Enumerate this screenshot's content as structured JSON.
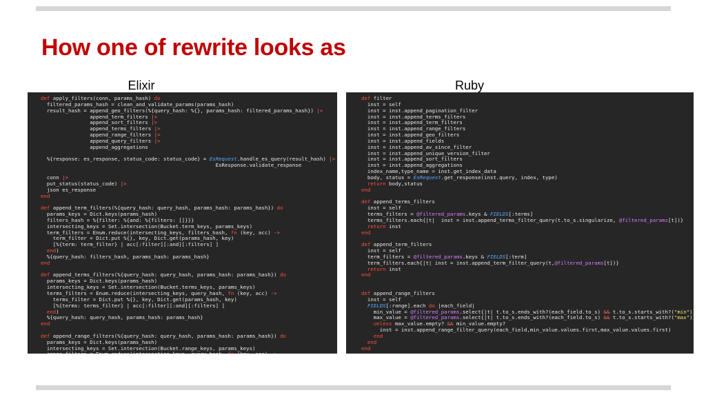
{
  "slide": {
    "title": "How one of rewrite looks as",
    "left_label": "Elixir",
    "right_label": "Ruby"
  },
  "colors": {
    "title": "#c00000",
    "panel_background": "#262626",
    "keyword": "#ff4d3a",
    "atom": "#d77dff"
  },
  "elixir_code": [
    "def apply_filters(conn, params_hash) do",
    "  filtered_params_hash = clean_and_validate_params(params_hash)",
    "  result_hash = append_geo_filters(%{query_hash: %{}, params_hash: filtered_params_hash}) |>",
    "                append_term_filters |>",
    "                append_sort_filters |>",
    "                append_terms_filters |>",
    "                append_range_filters |>",
    "                append_query_filters |>",
    "                append_aggregations",
    "",
    "  %{response: es_response, status_code: status_code} = EsRequest.handle_es_query(result_hash) |>",
    "                                                         EsResponse.validate_response",
    "",
    "  conn |>",
    "  put_status(status_code) |>",
    "  json es_response",
    "end",
    "",
    "def append_term_filters(%{query_hash: query_hash, params_hash: params_hash}) do",
    "  params_keys = Dict.keys(params_hash)",
    "  filters_hash = %{filter: %{and: %{filters: []}}}",
    "  intersecting_keys = Set.intersection(Bucket.term_keys, params_keys)",
    "  term_filters = Enum.reduce(intersecting_keys, filters_hash, fn (key, acc) ->",
    "    term_filter = Dict.put %{}, key, Dict.get(params_hash, key)",
    "    [%{term: term_filter} | acc[:filter][:and][:filters] ]",
    "  end)",
    "  %{query_hash: filters_hash, params_hash: params_hash}",
    "end",
    "",
    "def append_terms_filters(%{query_hash: query_hash, params_hash: params_hash}) do",
    "  params_keys = Dict.keys(params_hash)",
    "  intersecting_keys = Set.intersection(Bucket.terms_keys, params_keys)",
    "  terms_filters = Enum.reduce(intersecting_keys, query_hash, fn (key, acc) ->",
    "    terms_filter = Dict.put %{}, key, Dict.get(params_hash, key)",
    "    [%{terms: terms_filter} | acc[:filter][:and][:filters] ]",
    "  end)",
    "  %{query_hash: query_hash, params_hash: params_hash}",
    "end",
    "",
    "def append_range_filters(%{query_hash: query_hash, params_hash: params_hash}) do",
    "  params_keys = Dict.keys(params_hash)",
    "  intersecting_keys = Set.intersection(Bucket.range_keys, params_keys)",
    "  range_filters = Enum.reduce(intersecting_keys, query_hash, fn (key, acc) ->"
  ],
  "ruby_code": [
    "def filter",
    "  inst = self",
    "  inst = inst.append_pagination_filter",
    "  inst = inst.append_terms_filters",
    "  inst = inst.append_term_filters",
    "  inst = inst.append_range_filters",
    "  inst = inst.append_geo_filters",
    "  inst = inst.append_fields",
    "  inst = inst.append_av_since_filter",
    "  inst = inst.append_unique_version_filter",
    "  inst = inst.append_sort_filters",
    "  inst = inst.append_aggregations",
    "  index_name,type_name = inst.get_index_data",
    "  body, status = EsRequest.get_response(inst.query, index, type)",
    "  return body,status",
    "end",
    "",
    "def append_terms_filters",
    "  inst = self",
    "  terms_filters = @filtered_params.keys & FIELDS[:terms]",
    "  terms_filters.each{|t|  inst = inst.append_terms_filter_query(t.to_s.singularize, @filtered_params[t])}",
    "  return inst",
    "end",
    "",
    "def append_term_filters",
    "  inst = self",
    "  term_filters = @filtered_params.keys & FIELDS[:term]",
    "  term_filters.each{|t| inst = inst.append_term_filter_query(t,@filtered_params[t])}",
    "  return inst",
    "end",
    "",
    "",
    "def append_range_filters",
    "  inst = self",
    "  FIELDS[:range].each do |each_field|",
    "    min_value = @filtered_params.select{|t| t.to_s.ends_with?(each_field.to_s) && t.to_s.starts_with?(\"min\")}",
    "    max_value = @filtered_params.select{|t| t.to_s.ends_with?(each_field.to_s) && t.to_s.starts_with?(\"max\")}",
    "    unless max_value.empty? && min_value.empty?",
    "      inst = inst.append_range_filter_query(each_field,min_value.values.first,max_value.values.first)",
    "    end",
    "  end",
    "end"
  ]
}
